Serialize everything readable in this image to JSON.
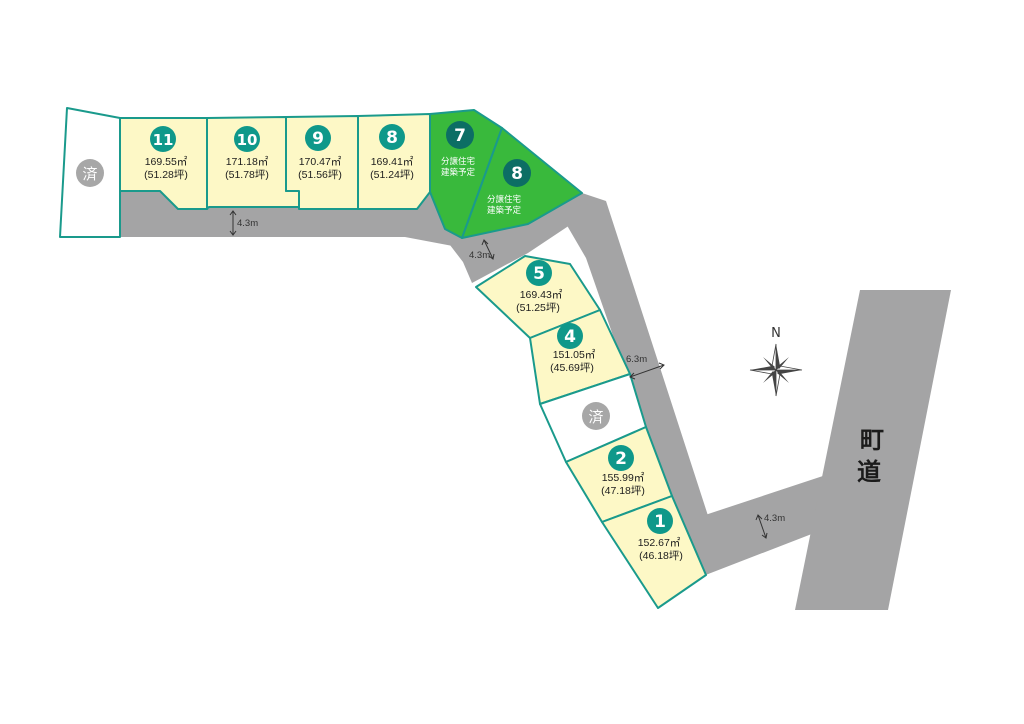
{
  "lots": [
    {
      "id": "lot-11",
      "number": "11",
      "area_m2": "169.55㎡",
      "area_tsubo": "(51.28坪)",
      "status": "for-sale"
    },
    {
      "id": "lot-10",
      "number": "10",
      "area_m2": "171.18㎡",
      "area_tsubo": "(51.78坪)",
      "status": "for-sale"
    },
    {
      "id": "lot-9",
      "number": "9",
      "area_m2": "170.47㎡",
      "area_tsubo": "(51.56坪)",
      "status": "for-sale"
    },
    {
      "id": "lot-8-north",
      "number": "8",
      "area_m2": "169.41㎡",
      "area_tsubo": "(51.24坪)",
      "status": "for-sale"
    },
    {
      "id": "lot-7-plan",
      "number": "7",
      "note_line1": "分譲住宅",
      "note_line2": "建築予定",
      "status": "planned-house"
    },
    {
      "id": "lot-8-plan",
      "number": "8",
      "note_line1": "分譲住宅",
      "note_line2": "建築予定",
      "status": "planned-house"
    },
    {
      "id": "lot-5",
      "number": "5",
      "area_m2": "169.43㎡",
      "area_tsubo": "(51.25坪)",
      "status": "for-sale"
    },
    {
      "id": "lot-4",
      "number": "4",
      "area_m2": "151.05㎡",
      "area_tsubo": "(45.69坪)",
      "status": "for-sale"
    },
    {
      "id": "lot-2",
      "number": "2",
      "area_m2": "155.99㎡",
      "area_tsubo": "(47.18坪)",
      "status": "for-sale"
    },
    {
      "id": "lot-1",
      "number": "1",
      "area_m2": "152.67㎡",
      "area_tsubo": "(46.18坪)",
      "status": "for-sale"
    }
  ],
  "sold_label": "済",
  "road_widths": {
    "north_road": "4.3m",
    "bend_road": "4.3m",
    "main_road": "6.3m",
    "connector_road": "4.3m"
  },
  "town_road_label_1": "町",
  "town_road_label_2": "道",
  "compass_label": "N",
  "colors": {
    "road": "#a4a4a5",
    "lot_for_sale": "#fdf8c6",
    "lot_planned": "#39b93c",
    "lot_outline": "#1a9a8c",
    "badge": "#0f988a",
    "sold_badge": "#a7a7a7"
  }
}
